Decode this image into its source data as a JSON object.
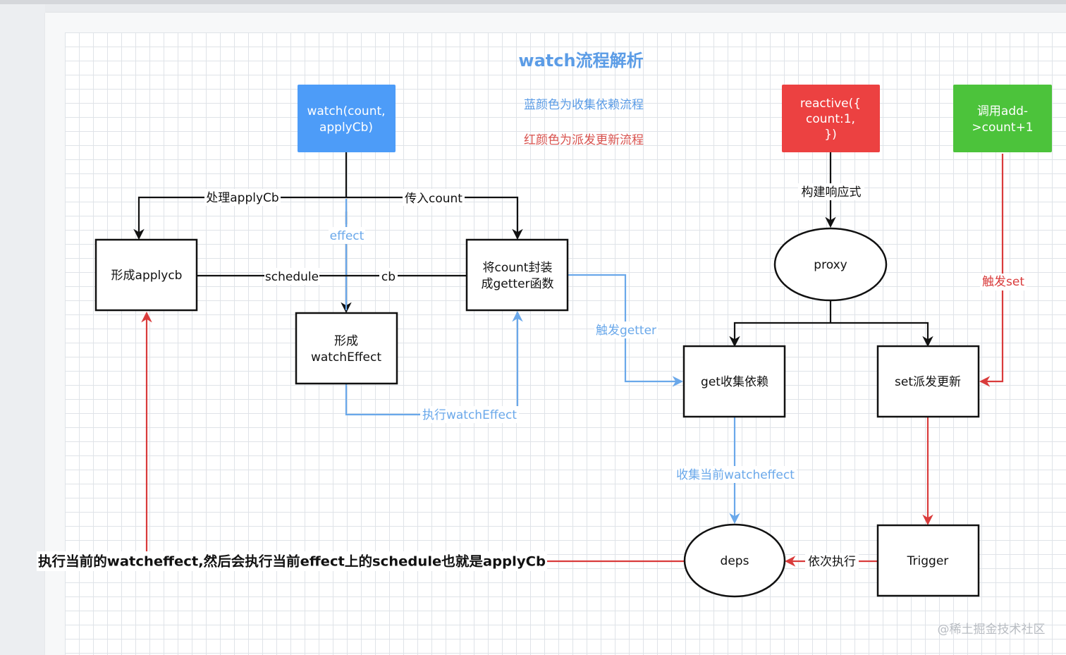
{
  "title": "watch流程解析",
  "legend": {
    "blue": "蓝颜色为收集依赖流程",
    "red": "红颜色为派发更新流程"
  },
  "colors": {
    "blue_box": "#4d9cf8",
    "red_box": "#ec4141",
    "green_box": "#4cc33b",
    "blue_line": "#6aa8ea",
    "red_line": "#d93b3b",
    "title": "#5b9ce6",
    "legend_red": "#d9534f"
  },
  "nodes": {
    "watch": [
      "watch(count,",
      "applyCb)"
    ],
    "reactive": [
      "reactive({",
      "count:1,",
      "})"
    ],
    "add": [
      "调用add-",
      ">count+1"
    ],
    "applycb": "形成applycb",
    "getter": [
      "将count封装",
      "成getter函数"
    ],
    "watchEffect": [
      "形成",
      "watchEffect"
    ],
    "proxy": "proxy",
    "get": "get收集依赖",
    "set": "set派发更新",
    "deps": "deps",
    "trigger": "Trigger"
  },
  "edges": {
    "handle": "处理applyCb",
    "pass": "传入count",
    "effect": "effect",
    "schedule": "schedule",
    "cb": "cb",
    "exec_we": "执行watchEffect",
    "trigger_getter": "触发getter",
    "build": "构建响应式",
    "trigger_set": "触发set",
    "collect": "收集当前watcheffect",
    "seq_exec": "依次执行",
    "final": "执行当前的watcheffect,然后会执行当前effect上的schedule也就是applyCb"
  },
  "watermark": "@稀土掘金技术社区"
}
